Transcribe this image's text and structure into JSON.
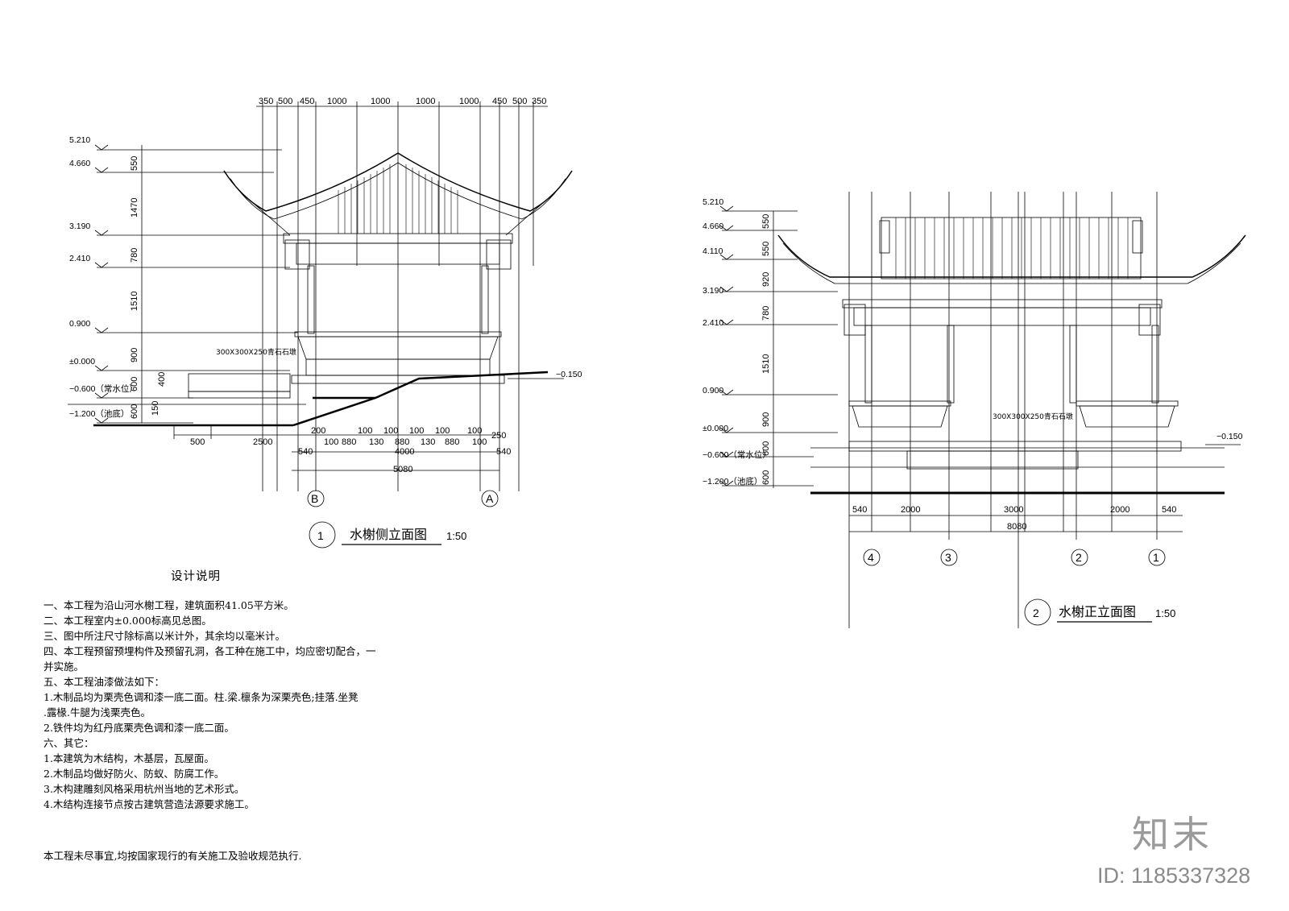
{
  "side_view": {
    "title": "水榭侧立面图",
    "number": "1",
    "scale": "1:50",
    "top_dims": [
      "350",
      "500",
      "450",
      "1000",
      "1000",
      "1000",
      "1000",
      "450",
      "500",
      "350"
    ],
    "levels": [
      "5.210",
      "4.660",
      "3.190",
      "2.410",
      "0.900",
      "±0.000",
      "−0.600（常水位）",
      "−1.200（池底）"
    ],
    "vert_dims": [
      "550",
      "1470",
      "780",
      "1510",
      "900",
      "400",
      "600",
      "150",
      "600"
    ],
    "stone_label": "300X300X250青石石墩",
    "right_level": "−0.150",
    "bottom_dims_1": [
      "500",
      "2500",
      "100",
      "880",
      "130",
      "880",
      "130",
      "880",
      "100"
    ],
    "bottom_dims_top": [
      "200",
      "100",
      "100",
      "100",
      "100",
      "100",
      "250"
    ],
    "bottom_dims_2": [
      "540",
      "4000",
      "540"
    ],
    "total": "5080",
    "axes": [
      "B",
      "A"
    ]
  },
  "front_view": {
    "title": "水榭正立面图",
    "number": "2",
    "scale": "1:50",
    "levels": [
      "5.210",
      "4.660",
      "4.110",
      "3.190",
      "2.410",
      "0.900",
      "±0.000",
      "−0.600（常水位）",
      "−1.200（池底）"
    ],
    "vert_dims": [
      "550",
      "550",
      "920",
      "780",
      "1510",
      "900",
      "600",
      "600"
    ],
    "stone_label": "300X300X250青石石墩",
    "right_level": "−0.150",
    "bottom_dims": [
      "540",
      "2000",
      "3000",
      "2000",
      "540"
    ],
    "total": "8080",
    "axes": [
      "4",
      "3",
      "2",
      "1"
    ]
  },
  "notes": {
    "title": "设计说明",
    "lines": [
      "一、本工程为沿山河水榭工程，建筑面积41.05平方米。",
      "二、本工程室内±0.000标高见总图。",
      "三、图中所注尺寸除标高以米计外，其余均以毫米计。",
      "四、本工程预留预埋构件及预留孔洞，各工种在施工中，均应密切配合，一",
      "并实施。",
      "五、本工程油漆做法如下：",
      "  1.木制品均为栗壳色调和漆一底二面。柱.梁.檩条为深栗壳色;挂落.坐凳",
      ".露椽.牛腿为浅栗壳色。",
      "  2.铁件均为红丹底栗壳色调和漆一底二面。",
      "六、其它：",
      "  1.本建筑为木结构，木基层，瓦屋面。",
      "  2.木制品均做好防火、防蚁、防腐工作。",
      "  3.木构建雕刻风格采用杭州当地的艺术形式。",
      "  4.木结构连接节点按古建筑营造法源要求施工。"
    ],
    "footer": "本工程未尽事宜,均按国家现行的有关施工及验收规范执行."
  },
  "watermark": {
    "logo": "知末",
    "id": "ID: 1185337328"
  }
}
